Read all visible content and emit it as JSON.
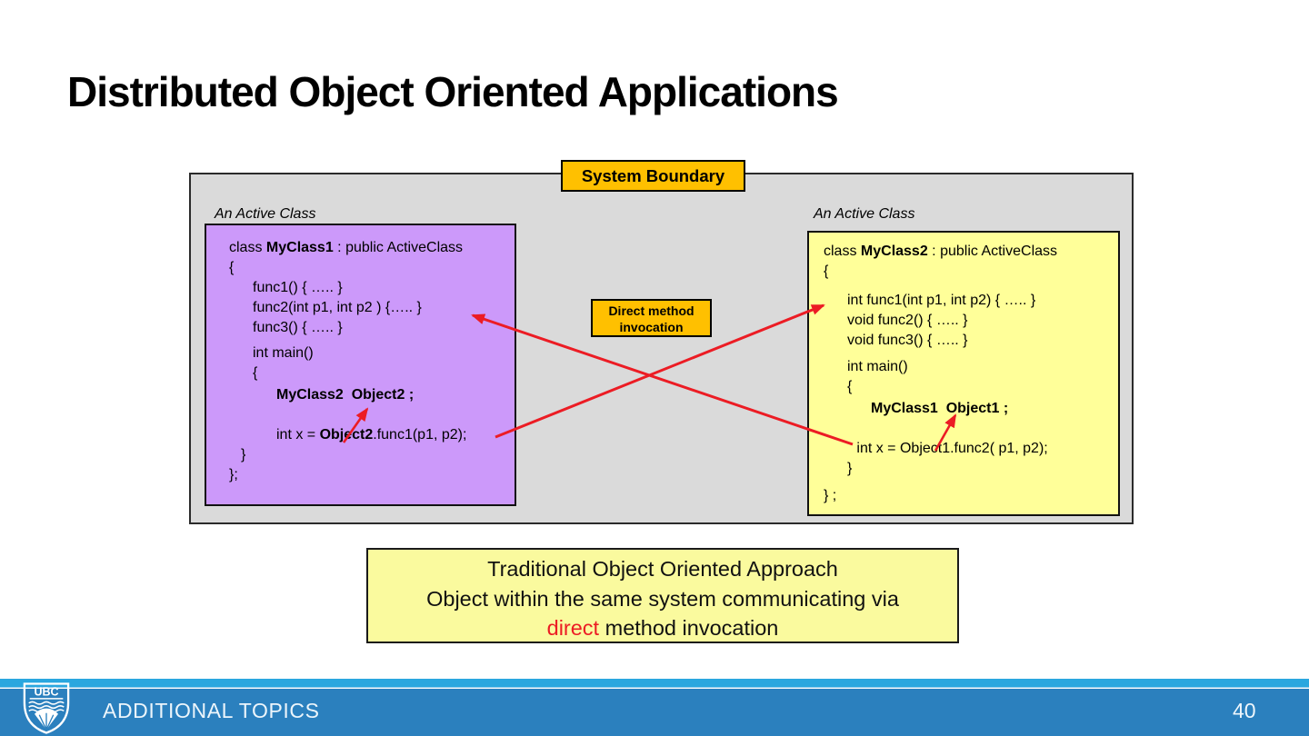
{
  "slide": {
    "title": "Distributed Object Oriented Applications",
    "footer_label": "ADDITIONAL TOPICS",
    "page_number": "40"
  },
  "diagram": {
    "system_boundary_label": "System Boundary",
    "direct_method_line1": "Direct method",
    "direct_method_line2": "invocation",
    "left_class_caption": "An Active Class",
    "right_class_caption": "An Active Class"
  },
  "caption_box": {
    "line1": "Traditional Object Oriented Approach",
    "line2": "Object within the same system communicating via",
    "line3_red": "direct",
    "line3_rest": " method invocation"
  },
  "logo": {
    "text": "UBC"
  },
  "colors": {
    "gold": "#FFC000",
    "purple": "#CC99FA",
    "yellow": "#FFFF99",
    "pale_yellow": "#FAFA9E",
    "gray_fill": "#DADADA",
    "red": "#EC1C24",
    "footer_light": "#2AA7DF",
    "footer_dark": "#2B80BE"
  },
  "code_boxes": {
    "left": {
      "lines": [
        {
          "indent": 0,
          "gap": 0,
          "segments": [
            {
              "t": "class ",
              "b": false
            },
            {
              "t": "MyClass1",
              "b": true
            },
            {
              "t": " : public ActiveClass",
              "b": false
            }
          ]
        },
        {
          "indent": 0,
          "gap": 0,
          "segments": [
            {
              "t": "{",
              "b": false
            }
          ]
        },
        {
          "indent": 1,
          "gap": 0,
          "segments": [
            {
              "t": "func1() { ….. }",
              "b": false
            }
          ]
        },
        {
          "indent": 1,
          "gap": 0,
          "segments": [
            {
              "t": "func2(int p1, int p2 ) {….. }",
              "b": false
            }
          ]
        },
        {
          "indent": 1,
          "gap": 0,
          "segments": [
            {
              "t": "func3() { ….. }",
              "b": false
            }
          ]
        },
        {
          "indent": 1,
          "gap": 6,
          "segments": [
            {
              "t": "int main()",
              "b": false
            }
          ]
        },
        {
          "indent": 1,
          "gap": 0,
          "segments": [
            {
              "t": "{",
              "b": false
            }
          ]
        },
        {
          "indent": 2,
          "gap": 2,
          "segments": [
            {
              "t": "MyClass2  Object2 ;",
              "b": true
            }
          ]
        },
        {
          "blank": true
        },
        {
          "indent": 2,
          "gap": 0,
          "segments": [
            {
              "t": "int x = ",
              "b": false
            },
            {
              "t": "Object2",
              "b": true
            },
            {
              "t": ".func1(p1, p2);",
              "b": false
            }
          ]
        },
        {
          "indent": 0.5,
          "gap": 0,
          "segments": [
            {
              "t": "}",
              "b": false
            }
          ]
        },
        {
          "indent": 0,
          "gap": 0,
          "segments": [
            {
              "t": "};",
              "b": false
            }
          ]
        }
      ]
    },
    "right": {
      "lines": [
        {
          "indent": 0,
          "gap": 0,
          "segments": [
            {
              "t": "class ",
              "b": false
            },
            {
              "t": "MyClass2",
              "b": true
            },
            {
              "t": " : public ActiveClass",
              "b": false
            }
          ]
        },
        {
          "indent": 0,
          "gap": 0,
          "segments": [
            {
              "t": "{",
              "b": false
            }
          ]
        },
        {
          "indent": 1,
          "gap": 10,
          "segments": [
            {
              "t": "int func1(int p1, int p2) { ….. }",
              "b": false
            }
          ]
        },
        {
          "indent": 1,
          "gap": 0,
          "segments": [
            {
              "t": "void func2() { ….. }",
              "b": false
            }
          ]
        },
        {
          "indent": 1,
          "gap": 0,
          "segments": [
            {
              "t": "void func3() { ….. }",
              "b": false
            }
          ]
        },
        {
          "indent": 1,
          "gap": 7,
          "segments": [
            {
              "t": "int main()",
              "b": false
            }
          ]
        },
        {
          "indent": 1,
          "gap": 0,
          "segments": [
            {
              "t": "{",
              "b": false
            }
          ]
        },
        {
          "indent": 2,
          "gap": 2,
          "segments": [
            {
              "t": "MyClass1  Object1 ;",
              "b": true
            }
          ]
        },
        {
          "blank": true
        },
        {
          "indent": 1.4,
          "gap": 0,
          "segments": [
            {
              "t": "int x = Object1.func2( p1, p2);",
              "b": false
            }
          ]
        },
        {
          "indent": 1,
          "gap": 0,
          "segments": [
            {
              "t": "}",
              "b": false
            }
          ]
        },
        {
          "indent": 0,
          "gap": 8,
          "segments": [
            {
              "t": "} ;",
              "b": false
            }
          ]
        }
      ]
    }
  }
}
